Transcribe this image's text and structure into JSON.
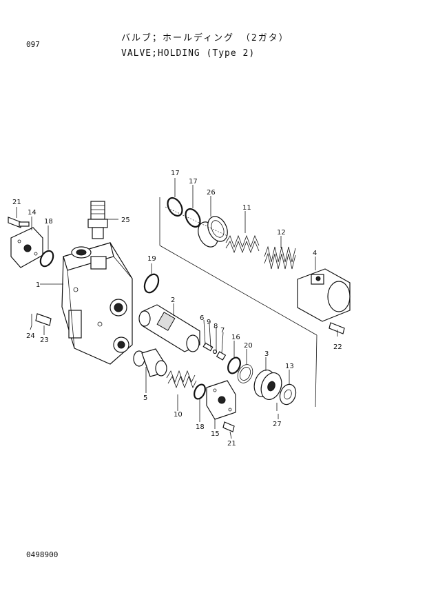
{
  "page_number": "097",
  "title_jp": "バルブ；ホールディング （2ガタ）",
  "title_en": "VALVE;HOLDING (Type 2)",
  "document_code": "0498900",
  "callouts": {
    "c21a": "21",
    "c14": "14",
    "c18a": "18",
    "c25": "25",
    "c1": "1",
    "c19": "19",
    "c24": "24",
    "c23": "23",
    "c17a": "17",
    "c17b": "17",
    "c26": "26",
    "c11": "11",
    "c12": "12",
    "c4": "4",
    "c22": "22",
    "c2": "2",
    "c6": "6",
    "c9": "9",
    "c8": "8",
    "c7": "7",
    "c16": "16",
    "c20": "20",
    "c3": "3",
    "c13": "13",
    "c27": "27",
    "c5": "5",
    "c10": "10",
    "c18b": "18",
    "c15": "15",
    "c21b": "21"
  }
}
